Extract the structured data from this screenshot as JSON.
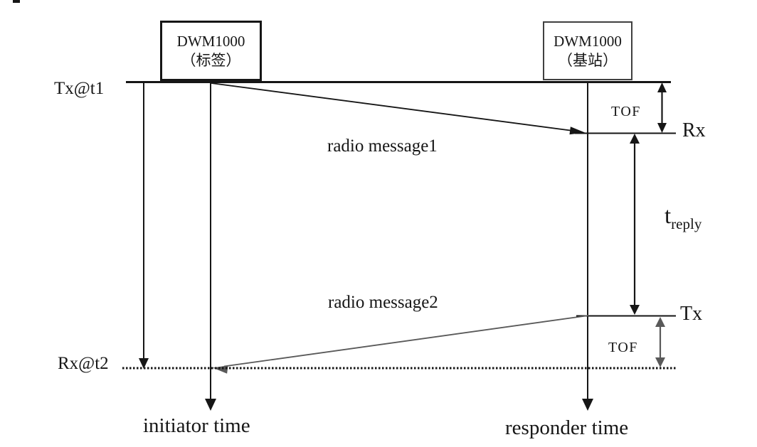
{
  "diagram": {
    "type": "sequence-timing-diagram",
    "topic": "UWB DWM1000 two-way ranging (single-sided TWR)",
    "nodes": {
      "tag_box": {
        "line1": "DWM1000",
        "line2": "（标签）"
      },
      "anchor_box": {
        "line1": "DWM1000",
        "line2": "（基站）"
      }
    },
    "events": {
      "tx_t1": "Tx@t1",
      "rx_t2": "Rx@t2",
      "rx": "Rx",
      "tx": "Tx"
    },
    "messages": {
      "msg1": "radio message1",
      "msg2": "radio message2"
    },
    "intervals": {
      "tof_top": "TOF",
      "tof_bottom": "TOF",
      "t_reply_base": "t",
      "t_reply_sub": "reply"
    },
    "axes": {
      "initiator": "initiator time",
      "responder": "responder time"
    },
    "colors": {
      "line_black": "#161616",
      "line_gray": "#595959",
      "anchor_box_border": "#404040",
      "background": "#ffffff"
    }
  }
}
